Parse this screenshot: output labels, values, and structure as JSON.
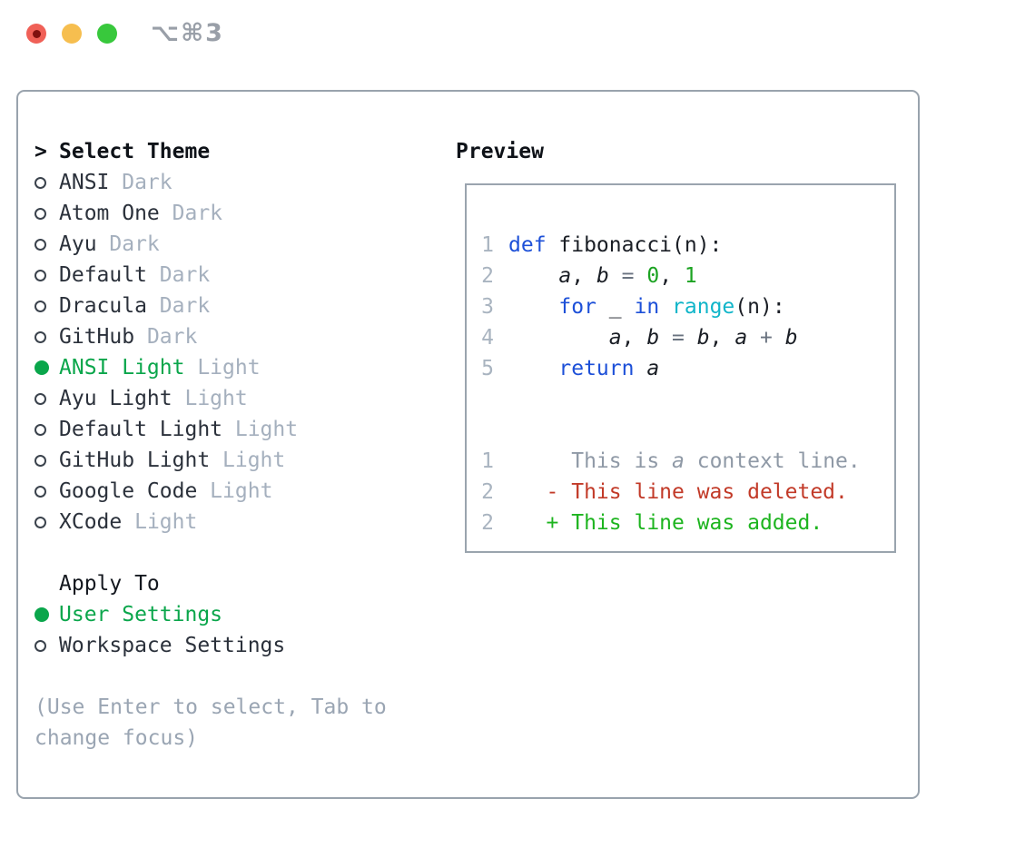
{
  "window": {
    "title_shortcut": "⌥⌘3",
    "traffic_lights": [
      {
        "name": "close",
        "color": "#f06057"
      },
      {
        "name": "minimize",
        "color": "#f6be4f"
      },
      {
        "name": "zoom",
        "color": "#38c83c"
      }
    ]
  },
  "theme_panel": {
    "header": {
      "prefix": ">",
      "label": "Select Theme"
    },
    "themes": [
      {
        "name": "ANSI",
        "tag": "Dark",
        "selected": false
      },
      {
        "name": "Atom One",
        "tag": "Dark",
        "selected": false
      },
      {
        "name": "Ayu",
        "tag": "Dark",
        "selected": false
      },
      {
        "name": "Default",
        "tag": "Dark",
        "selected": false
      },
      {
        "name": "Dracula",
        "tag": "Dark",
        "selected": false
      },
      {
        "name": "GitHub",
        "tag": "Dark",
        "selected": false
      },
      {
        "name": "ANSI Light",
        "tag": "Light",
        "selected": true
      },
      {
        "name": "Ayu Light",
        "tag": "Light",
        "selected": false
      },
      {
        "name": "Default Light",
        "tag": "Light",
        "selected": false
      },
      {
        "name": "GitHub Light",
        "tag": "Light",
        "selected": false
      },
      {
        "name": "Google Code",
        "tag": "Light",
        "selected": false
      },
      {
        "name": "XCode",
        "tag": "Light",
        "selected": false
      }
    ],
    "apply_to": {
      "label": "Apply To",
      "options": [
        {
          "name": "User Settings",
          "selected": true
        },
        {
          "name": "Workspace Settings",
          "selected": false
        }
      ]
    },
    "hint_lines": [
      "(Use Enter to select, Tab to",
      "change focus)"
    ]
  },
  "preview": {
    "label": "Preview",
    "code_lines": [
      {
        "num": "1",
        "tokens": [
          {
            "t": "def",
            "s": "kw"
          },
          {
            "t": " fibonacci(n):",
            "s": "plain"
          }
        ]
      },
      {
        "num": "2",
        "tokens": [
          {
            "t": "    ",
            "s": "plain"
          },
          {
            "t": "a",
            "s": "var"
          },
          {
            "t": ", ",
            "s": "plain"
          },
          {
            "t": "b",
            "s": "var"
          },
          {
            "t": " = ",
            "s": "op"
          },
          {
            "t": "0",
            "s": "num"
          },
          {
            "t": ", ",
            "s": "plain"
          },
          {
            "t": "1",
            "s": "num"
          }
        ]
      },
      {
        "num": "3",
        "tokens": [
          {
            "t": "    ",
            "s": "plain"
          },
          {
            "t": "for",
            "s": "kw"
          },
          {
            "t": " _ ",
            "s": "plain"
          },
          {
            "t": "in",
            "s": "kw"
          },
          {
            "t": " ",
            "s": "plain"
          },
          {
            "t": "range",
            "s": "fn"
          },
          {
            "t": "(n):",
            "s": "plain"
          }
        ]
      },
      {
        "num": "4",
        "tokens": [
          {
            "t": "        ",
            "s": "plain"
          },
          {
            "t": "a",
            "s": "var"
          },
          {
            "t": ", ",
            "s": "plain"
          },
          {
            "t": "b",
            "s": "var"
          },
          {
            "t": " = ",
            "s": "op"
          },
          {
            "t": "b",
            "s": "var"
          },
          {
            "t": ", ",
            "s": "plain"
          },
          {
            "t": "a",
            "s": "var"
          },
          {
            "t": " + ",
            "s": "op"
          },
          {
            "t": "b",
            "s": "var"
          }
        ]
      },
      {
        "num": "5",
        "tokens": [
          {
            "t": "    ",
            "s": "plain"
          },
          {
            "t": "return",
            "s": "kw"
          },
          {
            "t": " ",
            "s": "plain"
          },
          {
            "t": "a",
            "s": "var"
          }
        ]
      }
    ],
    "diff_lines": [
      {
        "num": "1",
        "tokens": [
          {
            "t": "     This is ",
            "s": "ctx"
          },
          {
            "t": "a",
            "s": "ctxvar"
          },
          {
            "t": " context line.",
            "s": "ctx"
          }
        ]
      },
      {
        "num": "2",
        "tokens": [
          {
            "t": "   - This line was deleted.",
            "s": "del"
          }
        ]
      },
      {
        "num": "2",
        "tokens": [
          {
            "t": "   + This line was added.",
            "s": "add"
          }
        ]
      }
    ]
  },
  "colors": {
    "accent_green": "#0aa64b",
    "keyword_blue": "#1d50d8",
    "function_cyan": "#10b5c9",
    "number_green": "#1ca322",
    "deleted_red": "#c23a28",
    "added_green": "#1db41f",
    "muted_gray": "#a5b0be",
    "border_gray": "#99a3ad",
    "text_dark": "#2b313b",
    "traffic_red": "#f06057",
    "traffic_yellow": "#f6be4f",
    "traffic_green": "#38c83c"
  }
}
